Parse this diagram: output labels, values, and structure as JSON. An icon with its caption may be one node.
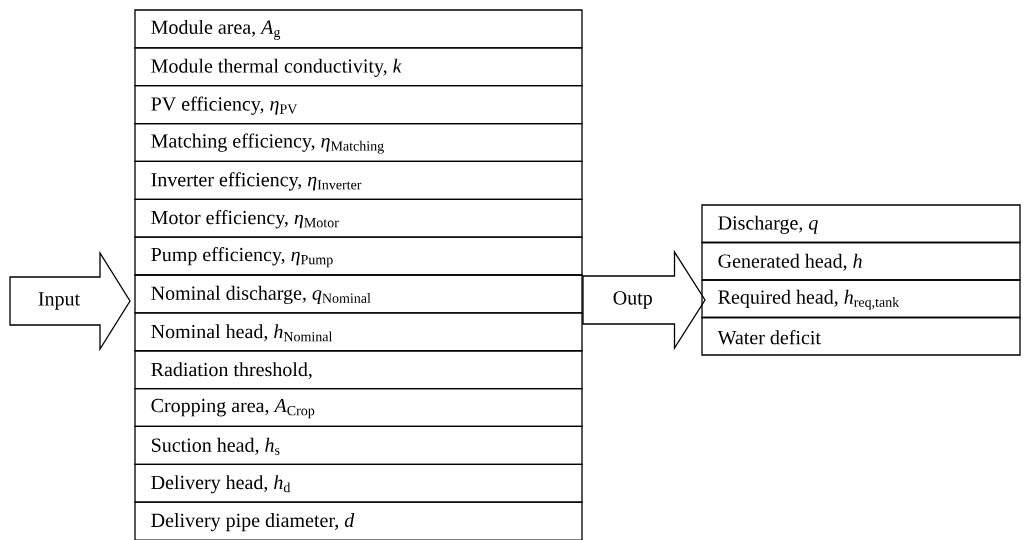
{
  "diagram": {
    "nodes": [
      {
        "text": [
          "Input"
        ]
      },
      {
        "text": [
          "Module area, *A*$_{g}$"
        ]
      },
      {
        "text": [
          "Module thermal conductivity, *k*"
        ]
      },
      {
        "text": [
          "PV efficiency, *η*$_{PV}$"
        ]
      },
      {
        "text": [
          "Matching efficiency, *η*$_{Matching}$"
        ]
      },
      {
        "text": [
          "Inverter efficiency, *η*$_{Inverter}$"
        ]
      },
      {
        "text": [
          "Motor efficiency, *η*$_{Motor}$"
        ]
      },
      {
        "text": [
          "Pump efficiency, *η*$_{Pump}$"
        ]
      },
      {
        "text": [
          "Nominal discharge, *q*$_{Nominal}$"
        ]
      },
      {
        "text": [
          "Nominal head, *h*$_{Nominal}$"
        ]
      },
      {
        "text": [
          "Radiation threshold,"
        ]
      },
      {
        "text": [
          "Cropping area, *A*$_{Crop}$"
        ]
      },
      {
        "text": [
          "Suction head, *h*$_{s}$"
        ]
      },
      {
        "text": [
          "Delivery head, *h*$_{d}$"
        ]
      },
      {
        "text": [
          "Delivery pipe diameter, *d*"
        ]
      },
      {
        "text": [
          "Outp"
        ]
      },
      {
        "text": [
          "Discharge, *q*"
        ]
      },
      {
        "text": [
          "Generated head, *h*"
        ]
      },
      {
        "text": [
          "Required head, *h*$_{req,tank}$"
        ]
      },
      {
        "text": [
          "Water deficit"
        ]
      }
    ]
  }
}
